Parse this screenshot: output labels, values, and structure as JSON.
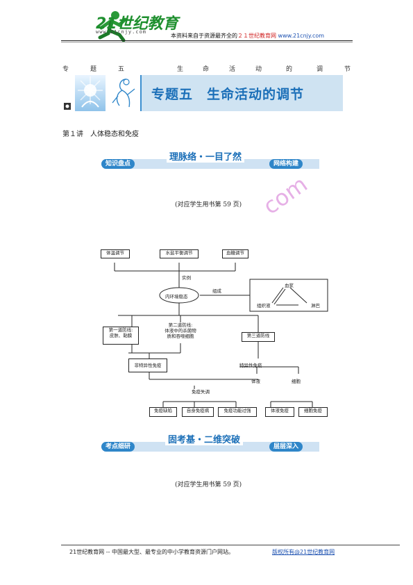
{
  "header": {
    "logo_text": "21世纪教育",
    "logo_url": "www.21cnjy.com",
    "note_prefix": "本资料来自于资源最齐全的",
    "note_site": "２１世纪教育网",
    "note_url": "www.21cnjy.com"
  },
  "title_spaced": [
    "专",
    "题",
    "五",
    "生",
    "命",
    "活",
    "动",
    "的",
    "调",
    "节"
  ],
  "banner": {
    "title": "专题五　生命活动的调节"
  },
  "lecture": "第１讲　人体稳态和免疫",
  "section1": {
    "left_label": "知识盘点",
    "title": "理脉络・一目了然",
    "right_label": "网络构建",
    "ref": "(对应学生用书第 59 页)"
  },
  "section2": {
    "left_label": "考点细研",
    "title": "固考基・二维突破",
    "right_label": "层层深入",
    "ref": "(对应学生用书第 59 页)"
  },
  "diagram": {
    "top_boxes": [
      "体温调节",
      "水盐平衡调节",
      "血糖调节"
    ],
    "center_node": "内环境稳态",
    "side_label": "组成",
    "link_label": "实例",
    "triangle_top": "血浆",
    "triangle_left": "组织液",
    "triangle_right": "淋巴",
    "line1_box": "第一道防线:\n皮肤、黏膜",
    "line2_box": "第二道防线:\n体液中的杀菌物\n质和吞噬细胞",
    "line3_box": "第三道防线",
    "nonspecific": "非特异性免疫",
    "specific": "特异性免疫",
    "humoral": "体液",
    "cellular": "细胞",
    "abnormal": "免疫失调",
    "bottom_boxes": [
      "免疫缺陷",
      "自身免疫病",
      "免疫功能过强",
      "体液免疫",
      "细胞免疫"
    ]
  },
  "watermark": "com",
  "footer": {
    "left": "21世纪教育网 -- 中国最大型、最专业的中小学教育资源门户网站。",
    "right": "版权所有@21世纪教育网"
  }
}
